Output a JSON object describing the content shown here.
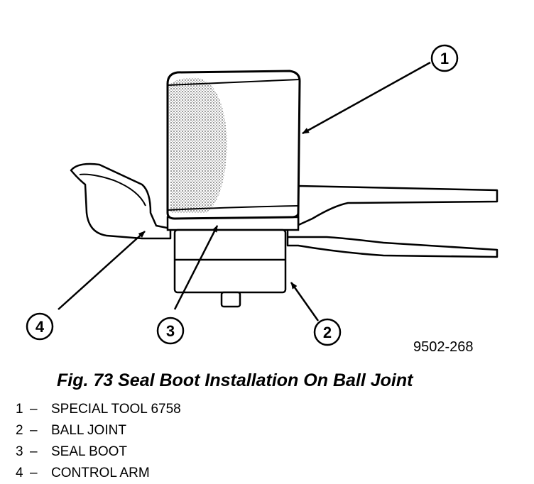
{
  "callouts": [
    {
      "number": "1"
    },
    {
      "number": "2"
    },
    {
      "number": "3"
    },
    {
      "number": "4"
    }
  ],
  "figure_id": "9502-268",
  "caption": "Fig. 73 Seal Boot Installation On Ball Joint",
  "legend": [
    {
      "number": "1",
      "separator": "–",
      "label": "SPECIAL TOOL 6758"
    },
    {
      "number": "2",
      "separator": "–",
      "label": "BALL JOINT"
    },
    {
      "number": "3",
      "separator": "–",
      "label": "SEAL BOOT"
    },
    {
      "number": "4",
      "separator": "–",
      "label": "CONTROL ARM"
    }
  ]
}
